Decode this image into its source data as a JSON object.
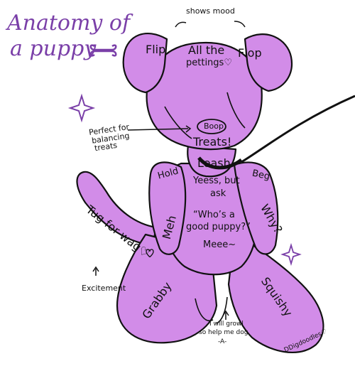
{
  "title": {
    "line1": "Anatomy of",
    "line2": "a puppy"
  },
  "colors": {
    "body_fill": "#d28ce8",
    "outline": "#111111",
    "title_purple": "#7a3fa8"
  },
  "labels": {
    "shows_mood": "shows mood",
    "flip": "Flip",
    "flop": "Flop",
    "all_the": "All the",
    "pettings": "pettings♡",
    "boop": "Boop",
    "treats": "Treats!",
    "perfect_1": "Perfect for",
    "perfect_2": "balancing",
    "perfect_3": "treats",
    "leash": "Leash",
    "hold": "Hold",
    "beg": "Beg",
    "yess_1": "Yeess, but",
    "yess_2": "ask",
    "meh": "Meh",
    "why": "Why?",
    "whos_1": "“Who’s a",
    "whos_2": "good puppy?”",
    "meee": "Meee~",
    "tug": "Tug for wag♡",
    "excitement": "Excitement",
    "grabby": "Grabby",
    "squishy": "Squishy",
    "growl_1": "I will growl",
    "growl_2": "so help me dog",
    "growl_3": "-A-",
    "signature": "DDigdoodles♡"
  },
  "icons": [
    "bone-icon",
    "sparkle-icon",
    "sparkle-icon",
    "heart-icon"
  ]
}
